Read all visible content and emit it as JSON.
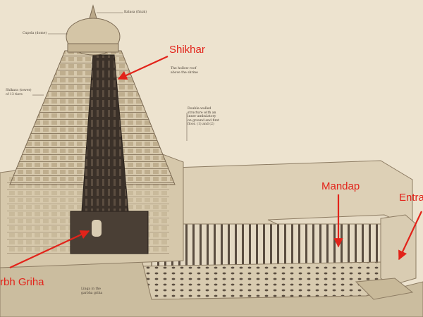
{
  "diagram": {
    "labels": {
      "shikhar": "Shikhar",
      "mandap": "Mandap",
      "entrance": "Entra",
      "garbh_griha": "rbh Griha"
    },
    "annotations": {
      "kalasa": "Kalasa (finial)",
      "cupola": "Cupola (dome)",
      "hollow_roof": "The hollow roof\nabove the shrine",
      "shikara_tiers": "Shikara (tower)\nof 13 tiers",
      "double_walled": "Double-walled\nstructure with an\ninner ambulatory\non ground and first\nfloor. (1) and (2)",
      "linga": "Linga in the\ngarbha griha"
    },
    "colors": {
      "label_text": "#e2231a",
      "arrow": "#e2231a",
      "stone": "#d9ccb2",
      "shadow": "#2a221c",
      "background": "#ede3cf"
    }
  }
}
